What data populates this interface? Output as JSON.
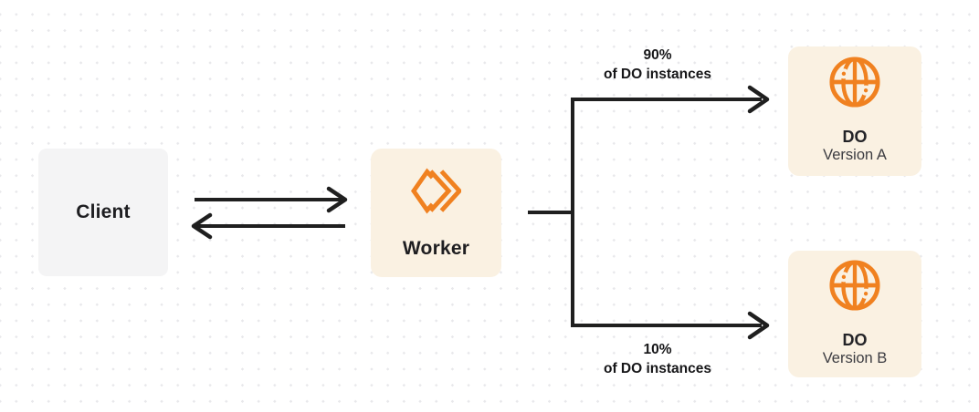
{
  "nodes": {
    "client": {
      "label": "Client"
    },
    "worker": {
      "label": "Worker",
      "icon": "workers-logo-icon"
    },
    "do_version_a": {
      "title": "DO",
      "subtitle": "Version A",
      "icon": "globe-icon"
    },
    "do_version_b": {
      "title": "DO",
      "subtitle": "Version B",
      "icon": "globe-icon"
    }
  },
  "edges": {
    "client_worker": {
      "style": "bidirectional-arrows"
    },
    "worker_to_a": {
      "percent": "90%",
      "caption": "of DO instances"
    },
    "worker_to_b": {
      "percent": "10%",
      "caption": "of DO instances"
    }
  },
  "colors": {
    "accent_orange": "#f08120",
    "node_cream_bg": "#faf1e2",
    "node_gray_bg": "#f4f4f5",
    "connector_line": "#1f1f1f",
    "text_dark": "#1e1e21",
    "text_secondary": "#3c3c41",
    "dot_grid": "#e8e8eb"
  }
}
